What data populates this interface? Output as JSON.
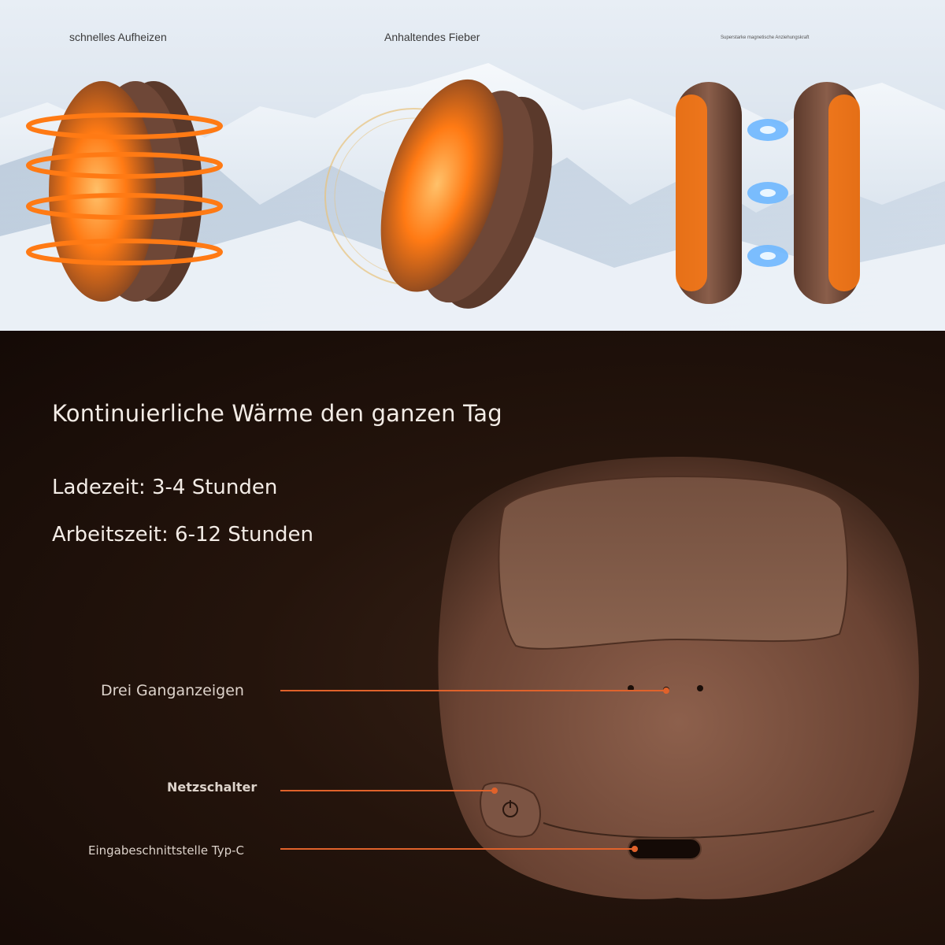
{
  "top": {
    "captions": [
      {
        "text": "schnelles Aufheizen"
      },
      {
        "text": "Anhaltendes Fieber"
      },
      {
        "text": "Superstarke magnetische Anziehungskraft"
      }
    ]
  },
  "bottom": {
    "headline": "Kontinuierliche Wärme den ganzen Tag",
    "specs": [
      {
        "text": "Ladezeit: 3-4 Stunden"
      },
      {
        "text": "Arbeitszeit: 6-12 Stunden"
      }
    ],
    "callouts": [
      {
        "text": "Drei Ganganzeigen"
      },
      {
        "text": "Netzschalter"
      },
      {
        "text": "Eingabeschnittstelle Typ-C"
      }
    ]
  },
  "colors": {
    "device_brown": "#7a5140",
    "heat_orange": "#ff8a1f",
    "callout_line": "#e0622b",
    "magnet_blue": "#6fb8ff"
  }
}
